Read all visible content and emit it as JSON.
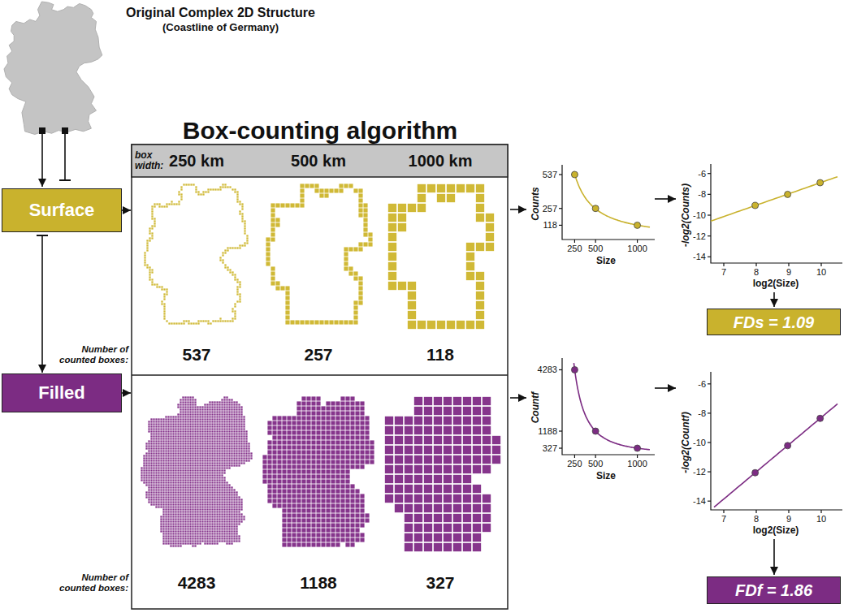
{
  "diagram": {
    "title": "Original Complex 2D Structure",
    "nodes": [
      {
        "text": [
          "Surface"
        ]
      },
      {
        "text": [
          "Filled"
        ]
      },
      {
        "text": [
          "FDs = 1.09"
        ]
      },
      {
        "text": [
          "FDf = 1.86"
        ]
      }
    ],
    "edges": [
      {
        "from": 0,
        "to": 1,
        "arrow": "to"
      }
    ],
    "labels": [
      "(Coastline of Germany)",
      "Box-counting algorithm",
      "box width:",
      "250 km",
      "500 km",
      "1000 km",
      "Number of counted boxes:",
      "537",
      "257",
      "118",
      "Number of counted boxes:",
      "4283",
      "1188",
      "327",
      "537",
      "257",
      "118",
      "250",
      "500",
      "1000",
      "Size",
      "Counts",
      "-6",
      "-8",
      "-10",
      "-12",
      "-14",
      "7",
      "8",
      "9",
      "10",
      "log2(Size)",
      "-log2(Counts)",
      "4283",
      "1188",
      "327",
      "250",
      "500",
      "1000",
      "Size",
      "Countf",
      "-6",
      "-8",
      "-10",
      "-12",
      "-14",
      "7",
      "8",
      "9",
      "10",
      "log2(Size)",
      "-log2(Countf)"
    ]
  }
}
